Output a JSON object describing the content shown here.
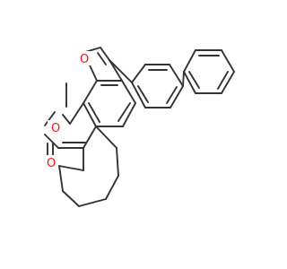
{
  "molecule": {
    "atoms": {
      "ring_O": "O",
      "furan_O": "O",
      "carbonyl_O": "O"
    }
  },
  "colors": {
    "bond": "#333333",
    "oxygen": "#ff0d0d",
    "background": "#ffffff"
  }
}
